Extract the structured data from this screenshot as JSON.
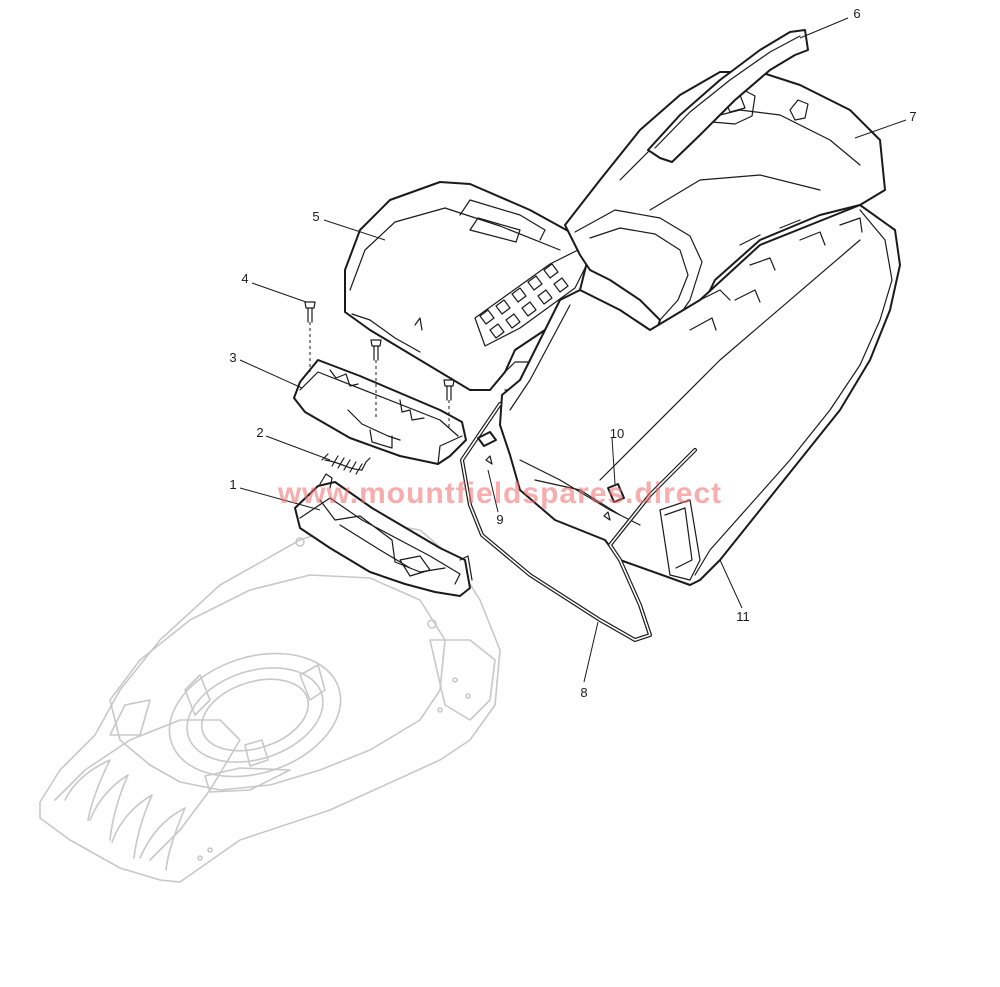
{
  "diagram": {
    "watermark": "www.mountfieldspares.direct",
    "callouts": {
      "c1": "1",
      "c2": "2",
      "c3": "3",
      "c4": "4",
      "c5": "5",
      "c6": "6",
      "c7": "7",
      "c8": "8",
      "c9": "9",
      "c10": "10",
      "c11": "11"
    }
  }
}
